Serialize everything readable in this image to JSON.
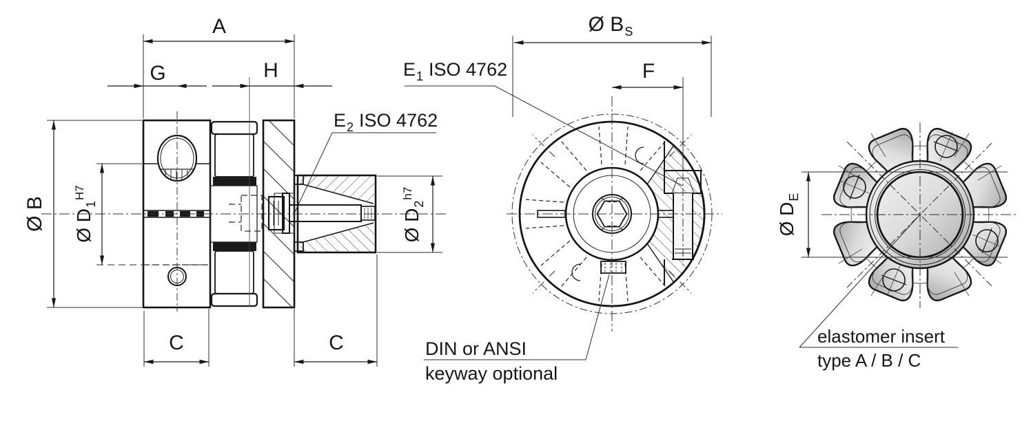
{
  "dims": {
    "a": "A",
    "g": "G",
    "h": "H",
    "c_left": "C",
    "c_right": "C",
    "f": "F",
    "b": {
      "dia": "Ø B"
    },
    "bs": {
      "dia": "Ø B",
      "sub": "S"
    },
    "d1": {
      "dia": "Ø D",
      "sub": "1",
      "sup": "H7"
    },
    "d2": {
      "dia": "Ø D",
      "sub": "2",
      "sup": "h7"
    },
    "de": {
      "dia": "Ø D",
      "sub": "E"
    }
  },
  "notes": {
    "e1": {
      "prefix": "E",
      "sub": "1",
      "text": "ISO 4762"
    },
    "e2": {
      "prefix": "E",
      "sub": "2",
      "text": "ISO 4762"
    },
    "keyway": {
      "line1": "DIN or ANSI",
      "line2": "keyway optional"
    },
    "elastomer": {
      "line1": "elastomer insert",
      "line2": "type A / B / C"
    }
  }
}
